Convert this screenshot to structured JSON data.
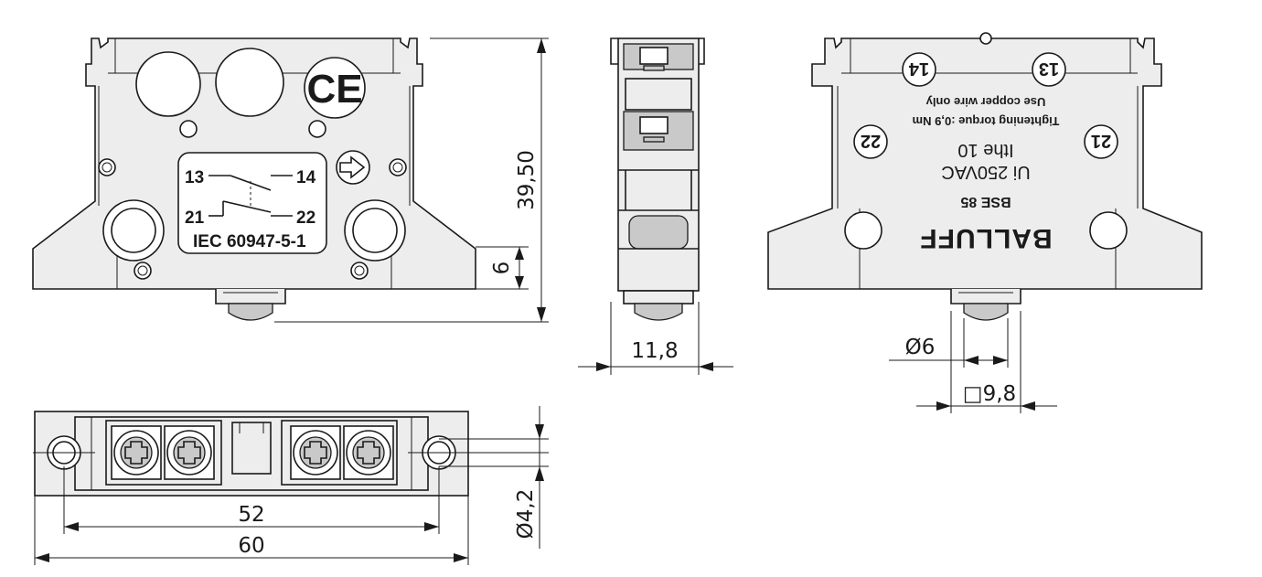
{
  "front_view": {
    "ce_mark": "CE",
    "terminals": {
      "t13": "13",
      "t14": "14",
      "t21": "21",
      "t22": "22"
    },
    "standard": "IEC  60947-5-1"
  },
  "rear_view": {
    "terminals": {
      "t14": "14",
      "t13": "13",
      "t22": "22",
      "t21": "21"
    },
    "text_lines": [
      "Use copper wire only",
      "Tightening torque :0,9 Nm",
      "Ithe 10",
      "Ui 250VAC",
      "BSE 85"
    ],
    "brand": "BALLUFF"
  },
  "dimensions": {
    "height": "39,50",
    "actuator_offset": "6",
    "depth": "11,8",
    "actuator_diameter": "Ø6",
    "actuator_square": "□9,8",
    "hole_spacing": "52",
    "overall_width": "60",
    "hole_diameter": "Ø4,2"
  }
}
